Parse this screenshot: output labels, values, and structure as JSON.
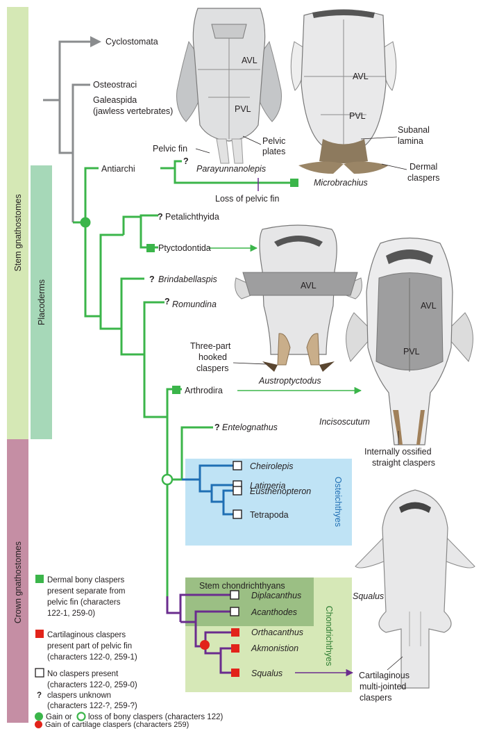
{
  "bands": {
    "stem_gnathostomes": "Stem gnathostomes",
    "placoderms": "Placoderms",
    "crown_gnathostomes": "Crown gnathostomes"
  },
  "taxa": {
    "cyclostomata": "Cyclostomata",
    "osteostraci": "Osteostraci",
    "galeaspida": "Galeaspida",
    "jawless": "(jawless vertebrates)",
    "antiarchi": "Antiarchi",
    "parayunnanolepis": "Parayunnanolepis",
    "microbrachius": "Microbrachius",
    "petalichthyida": "Petalichthyida",
    "ptyctodontida": "Ptyctodontida",
    "brindabellaspis": "Brindabellaspis",
    "romundina": "Romundina",
    "arthrodira": "Arthrodira",
    "entelognathus": "Entelognathus",
    "cheirolepis": "Cheirolepis",
    "latimeria": "Latimeria",
    "eusthenopteron": "Eusthenopteron",
    "tetrapoda": "Tetrapoda",
    "diplacanthus": "Diplacanthus",
    "acanthodes": "Acanthodes",
    "orthacanthus": "Orthacanthus",
    "akmonistion": "Akmonistion",
    "squalus": "Squalus"
  },
  "groups": {
    "osteichthyes": "Osteichthyes",
    "chondrichthyes": "Chondrichthyes",
    "stem_chondrichthyans": "Stem chondrichthyans"
  },
  "annotations": {
    "q": "?",
    "avl": "AVL",
    "pvl": "PVL",
    "pelvic_fin": "Pelvic fin",
    "pelvic_plates_1": "Pelvic",
    "pelvic_plates_2": "plates",
    "subanal_1": "Subanal",
    "subanal_2": "lamina",
    "dermal_1": "Dermal",
    "dermal_2": "claspers",
    "loss_pelvic": "Loss of pelvic fin",
    "three_1": "Three-part",
    "three_2": "hooked",
    "three_3": "claspers",
    "austroptyctodus": "Austroptyctodus",
    "incisoscutum": "Incisoscutum",
    "internal_1": "Internally ossified",
    "internal_2": "straight claspers",
    "squalus_fig": "Squalus",
    "cart_1": "Cartilaginous",
    "cart_2": "multi-jointed",
    "cart_3": "claspers"
  },
  "legend": {
    "green_1": "Dermal bony claspers",
    "green_2": "present separate from",
    "green_3": "pelvic fin (characters",
    "green_4": "122-1, 259-0)",
    "red_1": "Cartilaginous claspers",
    "red_2": "present part of pelvic fin",
    "red_3": "(characters 122-0, 259-1)",
    "white_1": "No claspers present",
    "white_2": "(characters 122-0, 259-0)",
    "q_1": "claspers unknown",
    "q_2": "(characters 122-?, 259-?)",
    "gain_a": "Gain or",
    "gain_b": "loss of bony claspers (characters 122)",
    "cart_gain": "Gain of cartilage claspers (characters 259)"
  },
  "colors": {
    "grey_branch": "#8a8c8e",
    "green_branch": "#3bb54a",
    "blue_branch": "#1f6fb4",
    "purple_branch": "#6a2c8e",
    "red_marker": "#e2231a",
    "stem_band": "#d5e8b5",
    "placoderm_band": "#a6d8b8",
    "crown_band": "#c58ea4",
    "osteichthyes_box": "#bfe3f5",
    "chondrichthyes_box": "#d6e8b7",
    "stem_chond_box": "#9bbf84"
  }
}
